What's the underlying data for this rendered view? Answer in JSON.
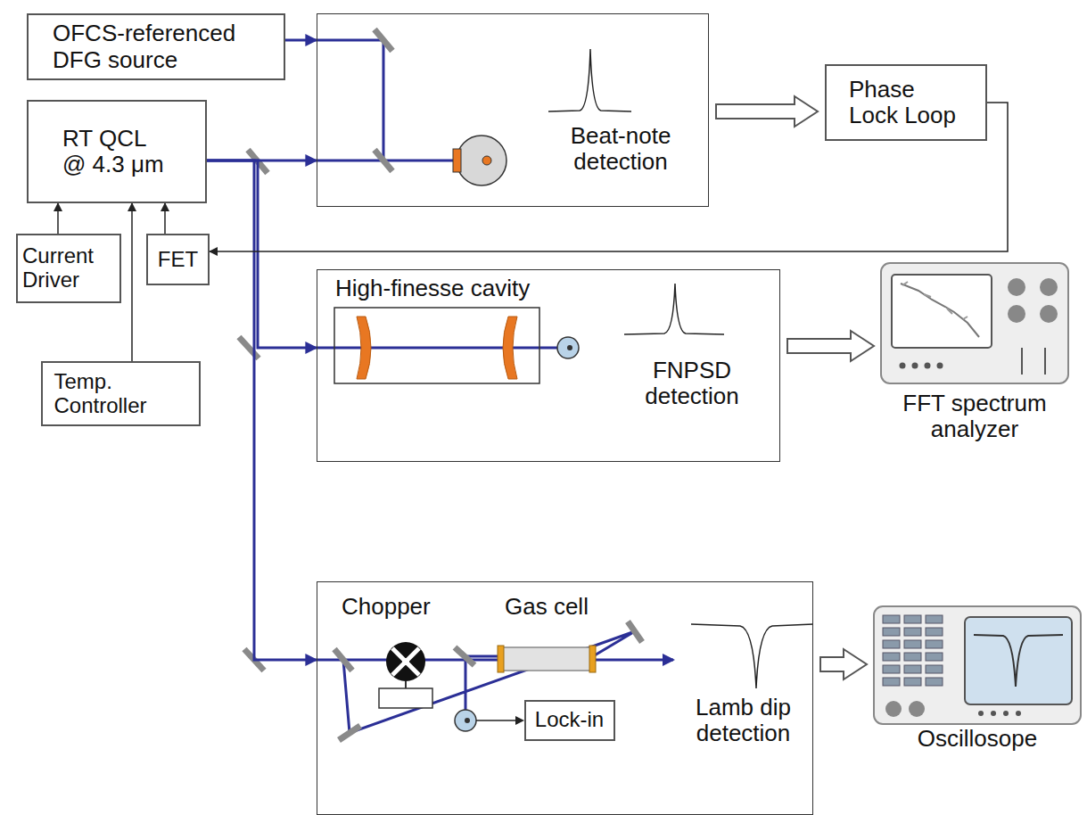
{
  "diagram": {
    "nodes": [
      {
        "text": [
          "OFCS-referenced DFG source"
        ]
      },
      {
        "text": [
          "RT QCL @ 4.3 μm"
        ]
      },
      {
        "text": [
          "Beat-note detection"
        ]
      },
      {
        "text": [
          "Phase Lock Loop"
        ]
      },
      {
        "text": [
          "Current Driver"
        ]
      },
      {
        "text": [
          "FET"
        ]
      },
      {
        "text": [
          "Temp. Controller"
        ]
      },
      {
        "text": [
          "High-finesse cavity",
          "FNPSD detection"
        ]
      },
      {
        "text": [
          "FFT spectrum analyzer"
        ]
      },
      {
        "text": [
          "Lamb dip detection"
        ]
      },
      {
        "text": [
          "Lock-in"
        ],
        "in": 9
      },
      {
        "text": [
          "Oscillosope"
        ]
      }
    ],
    "edges": [
      {
        "from": 0,
        "to": 2,
        "arrow": "to"
      },
      {
        "from": 1,
        "to": 2,
        "arrow": "to"
      },
      {
        "from": 1,
        "to": 7,
        "arrow": "to"
      },
      {
        "from": 1,
        "to": 9,
        "arrow": "to"
      },
      {
        "from": 2,
        "to": 3,
        "arrow": "to"
      },
      {
        "from": 3,
        "to": 5,
        "arrow": "to"
      },
      {
        "from": 4,
        "to": 1,
        "arrow": "to"
      },
      {
        "from": 5,
        "to": 1,
        "arrow": "to"
      },
      {
        "from": 6,
        "to": 1,
        "arrow": "to"
      },
      {
        "from": 7,
        "to": 8,
        "arrow": "to"
      },
      {
        "from": 9,
        "to": 11,
        "arrow": "to"
      }
    ],
    "labels": [
      "Chopper",
      "Gas cell"
    ]
  }
}
